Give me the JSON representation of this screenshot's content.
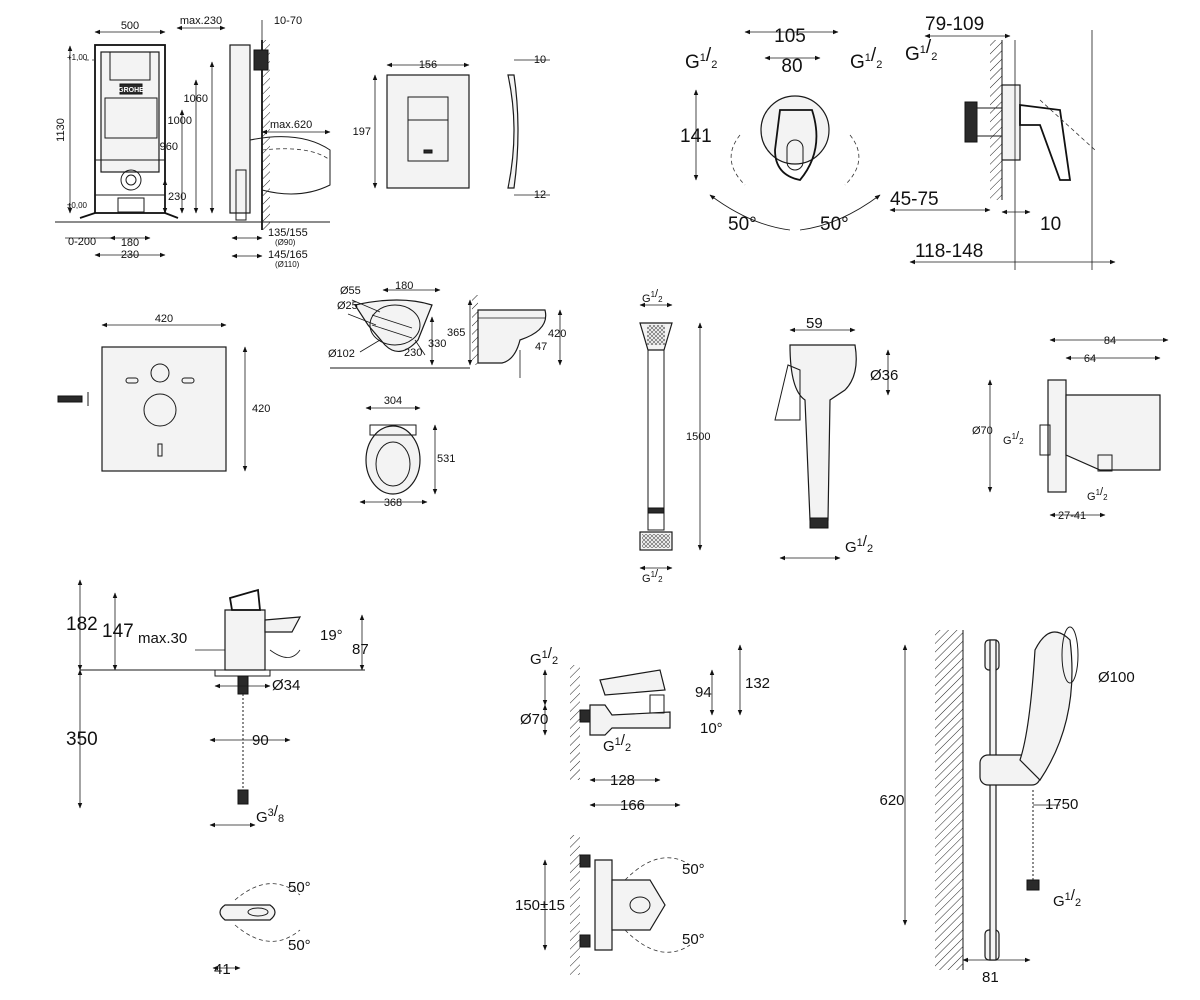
{
  "rack": {
    "w500": "500",
    "max230": "max.230",
    "r1070": "10-70",
    "h1130": "1130",
    "h1060": "1060",
    "h1000": "1000",
    "h960": "960",
    "d230": "230",
    "max620": "max.620",
    "d0200": "0-200",
    "d180": "180",
    "b230": "230",
    "p135": "135/155",
    "p090": "(Ø90)",
    "p145": "145/165",
    "p0110": "(Ø110)",
    "plus100": "+1,00",
    "zero": "±0,00",
    "brand": "GROHE"
  },
  "plate": {
    "w156": "156",
    "h197": "197",
    "t10": "10",
    "t12": "12"
  },
  "mixer_top": {
    "d105": "105",
    "d80": "80",
    "g1": "G",
    "g1s": "1",
    "g1d": "2",
    "g2": "G",
    "g2s": "1",
    "g2d": "2",
    "d141": "141",
    "a1": "50°",
    "a2": "50°"
  },
  "mixer_side": {
    "d79109": "79-109",
    "g": "G",
    "gs": "1",
    "gd": "2",
    "d4575": "45-75",
    "d10": "10",
    "d118148": "118-148"
  },
  "mat": {
    "w420": "420",
    "h420": "420"
  },
  "bowl": {
    "d55": "Ø55",
    "d180": "180",
    "d25": "Ø25",
    "d365": "365",
    "d230": "230",
    "d330": "330",
    "d102": "Ø102",
    "s420": "420",
    "s47": "47"
  },
  "seat": {
    "w304": "304",
    "h531": "531",
    "w368": "368"
  },
  "hose": {
    "gt": "G",
    "gts": "1",
    "gtd": "2",
    "len": "1500",
    "gb": "G",
    "gbs": "1",
    "gbd": "2"
  },
  "spray": {
    "w59": "59",
    "d36": "Ø36",
    "g": "G",
    "gs": "1",
    "gd": "2"
  },
  "elbow": {
    "w84": "84",
    "w64": "64",
    "d70": "Ø70",
    "g1": "G",
    "g1s": "1",
    "g1d": "2",
    "g2": "G",
    "g2s": "1",
    "g2d": "2",
    "r2741": "27-41"
  },
  "basin": {
    "h182": "182",
    "h147": "147",
    "max30": "max.30",
    "a19": "19°",
    "h87": "87",
    "d34": "Ø34",
    "h350": "350",
    "d90": "90",
    "g": "G",
    "gs": "3",
    "gd": "8"
  },
  "basin_top": {
    "a1": "50°",
    "a2": "50°",
    "d41": "41"
  },
  "bath": {
    "g": "G",
    "gs": "1",
    "gd": "2",
    "d70": "Ø70",
    "d94": "94",
    "d132": "132",
    "g2": "G",
    "g2s": "1",
    "g2d": "2",
    "a10": "10°",
    "d128": "128",
    "d166": "166"
  },
  "bath_front": {
    "d150": "150±15",
    "a1": "50°",
    "a2": "50°"
  },
  "rail": {
    "d100": "Ø100",
    "h620": "620",
    "hose": "1750",
    "g": "G",
    "gs": "1",
    "gd": "2",
    "w81": "81"
  }
}
